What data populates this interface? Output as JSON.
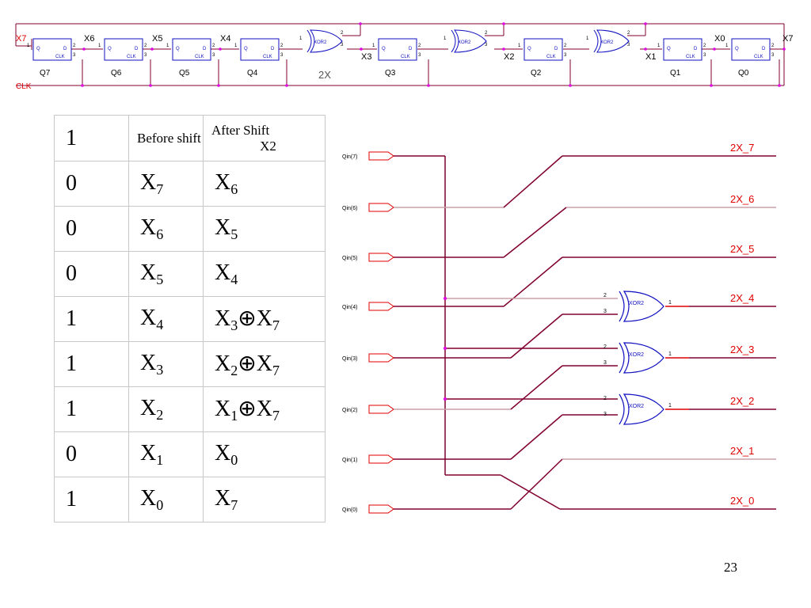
{
  "top_circuit": {
    "left_label": "X7",
    "right_label": "X7",
    "clk_label": "CLK",
    "caption": "2X",
    "flipflops": [
      "Q7",
      "Q6",
      "Q5",
      "Q4",
      "Q3",
      "Q2",
      "Q1",
      "Q0"
    ],
    "ff_pins": {
      "q": "Q",
      "d": "D",
      "clk": "CLK"
    },
    "pin_nums": {
      "one": "1",
      "two": "2",
      "three": "3"
    },
    "nodes": [
      "X6",
      "X5",
      "X4",
      "X3",
      "X2",
      "X1",
      "X0"
    ],
    "gate_label": "XOR2"
  },
  "table": {
    "header": {
      "poly": "1",
      "before": "Before shift",
      "after_line1": "After Shift",
      "after_line2": "X2"
    },
    "rows": [
      {
        "poly": "0",
        "before": {
          "base": "X",
          "sub": "7"
        },
        "after": [
          {
            "base": "X",
            "sub": "6"
          }
        ]
      },
      {
        "poly": "0",
        "before": {
          "base": "X",
          "sub": "6"
        },
        "after": [
          {
            "base": "X",
            "sub": "5"
          }
        ]
      },
      {
        "poly": "0",
        "before": {
          "base": "X",
          "sub": "5"
        },
        "after": [
          {
            "base": "X",
            "sub": "4"
          }
        ]
      },
      {
        "poly": "1",
        "before": {
          "base": "X",
          "sub": "4"
        },
        "after": [
          {
            "base": "X",
            "sub": "3"
          },
          {
            "base": "X",
            "sub": "7"
          }
        ]
      },
      {
        "poly": "1",
        "before": {
          "base": "X",
          "sub": "3"
        },
        "after": [
          {
            "base": "X",
            "sub": "2"
          },
          {
            "base": "X",
            "sub": "7"
          }
        ]
      },
      {
        "poly": "1",
        "before": {
          "base": "X",
          "sub": "2"
        },
        "after": [
          {
            "base": "X",
            "sub": "1"
          },
          {
            "base": "X",
            "sub": "7"
          }
        ]
      },
      {
        "poly": "0",
        "before": {
          "base": "X",
          "sub": "1"
        },
        "after": [
          {
            "base": "X",
            "sub": "0"
          }
        ]
      },
      {
        "poly": "1",
        "before": {
          "base": "X",
          "sub": "0"
        },
        "after": [
          {
            "base": "X",
            "sub": "7"
          }
        ]
      }
    ],
    "xor_symbol": "⊕"
  },
  "right_circuit": {
    "inputs": [
      "Qin(7)",
      "Qin(6)",
      "Qin(5)",
      "Qin(4)",
      "Qin(3)",
      "Qin(2)",
      "Qin(1)",
      "Qin(0)"
    ],
    "outputs": [
      "2X_7",
      "2X_6",
      "2X_5",
      "2X_4",
      "2X_3",
      "2X_2",
      "2X_1",
      "2X_0"
    ],
    "gate_label": "XOR2",
    "pin_nums": {
      "one": "1",
      "two": "2",
      "three": "3"
    }
  },
  "page_number": "23",
  "colors": {
    "wire": "#800030",
    "wire_light": "#c8a0a8",
    "red": "#e00000",
    "gate": "#1010c0",
    "junction": "#e000e0",
    "grid": "#c8c8c8"
  }
}
